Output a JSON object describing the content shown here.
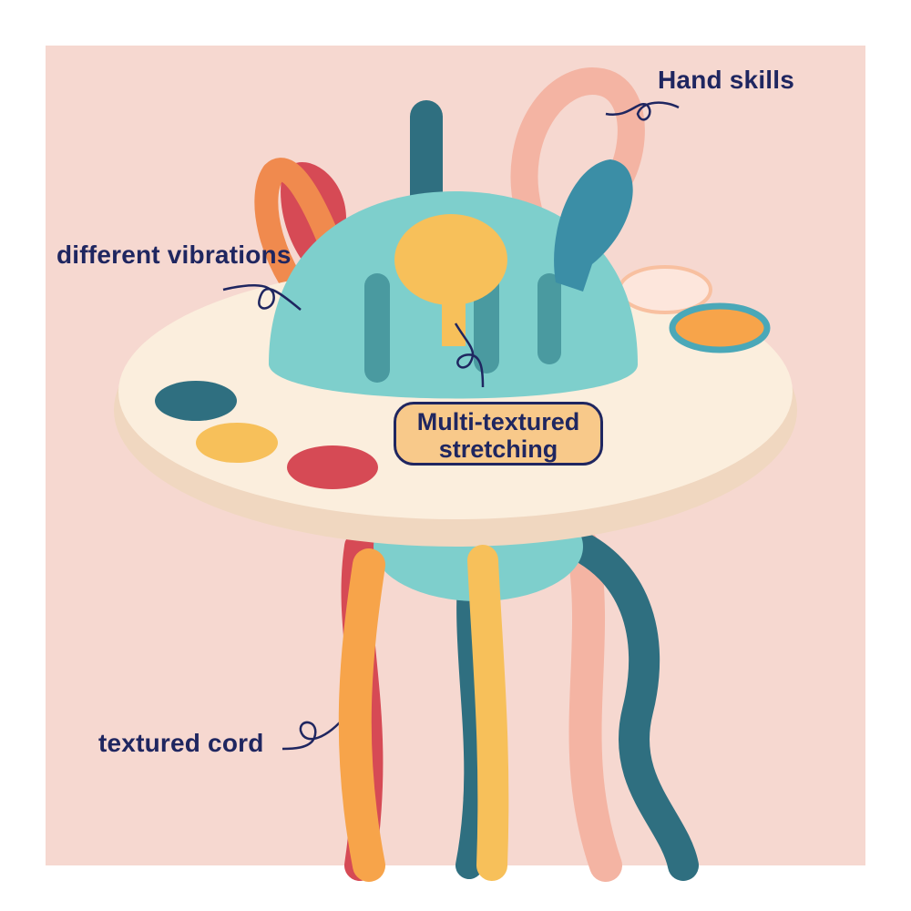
{
  "labels": {
    "hand_skills": "Hand skills",
    "different_vibrations": "different vibrations",
    "textured_cord": "textured cord",
    "stretching_line1": "Multi-textured",
    "stretching_line2": "stretching"
  },
  "colors": {
    "background": "#f6d8d0",
    "annotation_text": "#1f2660",
    "badge_fill": "#f8c98a",
    "toy_dome": "#7ecfcc",
    "toy_disc": "#fbeedd",
    "teal": "#2f6f80",
    "orange": "#f08a4e",
    "yellow": "#f7c05a",
    "red": "#d64a55",
    "peach": "#f4b4a3"
  }
}
